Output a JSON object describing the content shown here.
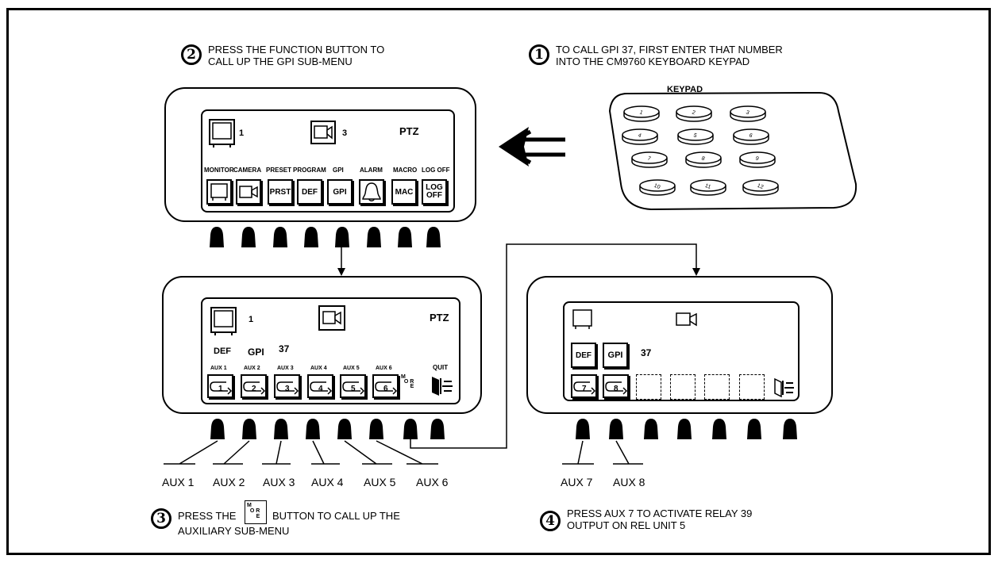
{
  "steps": {
    "step1": {
      "number": "1",
      "line1": "TO CALL GPI 37, FIRST ENTER THAT NUMBER",
      "line2": "INTO THE CM9760 KEYBOARD KEYPAD"
    },
    "step2": {
      "number": "2",
      "line1": "PRESS THE FUNCTION BUTTON TO",
      "line2": "CALL UP THE GPI SUB-MENU"
    },
    "step3": {
      "number": "3",
      "line1a": "PRESS THE",
      "line1b": "BUTTON TO CALL UP THE",
      "line2": "AUXILIARY SUB-MENU"
    },
    "step4": {
      "number": "4",
      "line1": "PRESS AUX 7 TO ACTIVATE RELAY 39",
      "line2": "OUTPUT ON REL UNIT 5"
    }
  },
  "more_glyph": {
    "m": "M",
    "o": "O",
    "r": "R",
    "e": "E"
  },
  "keypad": {
    "title": "KEYPAD",
    "keys": [
      "1",
      "2",
      "3",
      "4",
      "5",
      "6",
      "7",
      "8",
      "9",
      "10",
      "11",
      "12"
    ]
  },
  "panel1": {
    "monitor_value": "1",
    "camera_value": "3",
    "ptz": "PTZ",
    "button_labels": [
      "MONITOR",
      "CAMERA",
      "PRESET",
      "PROGRAM",
      "GPI",
      "ALARM",
      "MACRO",
      "LOG OFF"
    ],
    "buttons": {
      "prst": "PRST",
      "def": "DEF",
      "gpi": "GPI",
      "mac": "MAC",
      "log": "LOG",
      "off": "OFF"
    }
  },
  "panel2": {
    "monitor_value": "1",
    "ptz": "PTZ",
    "def": "DEF",
    "gpi": "GPI",
    "gpi_number": "37",
    "aux_labels": [
      "AUX 1",
      "AUX 2",
      "AUX 3",
      "AUX 4",
      "AUX 5",
      "AUX 6"
    ],
    "aux_nums": [
      "1",
      "2",
      "3",
      "4",
      "5",
      "6"
    ],
    "quit": "QUIT"
  },
  "panel3": {
    "def": "DEF",
    "gpi": "GPI",
    "gpi_number": "37",
    "aux_nums": [
      "7",
      "8"
    ]
  },
  "aux_bottom_left": [
    "AUX 1",
    "AUX 2",
    "AUX 3",
    "AUX 4",
    "AUX 5",
    "AUX 6"
  ],
  "aux_bottom_right": [
    "AUX 7",
    "AUX 8"
  ]
}
